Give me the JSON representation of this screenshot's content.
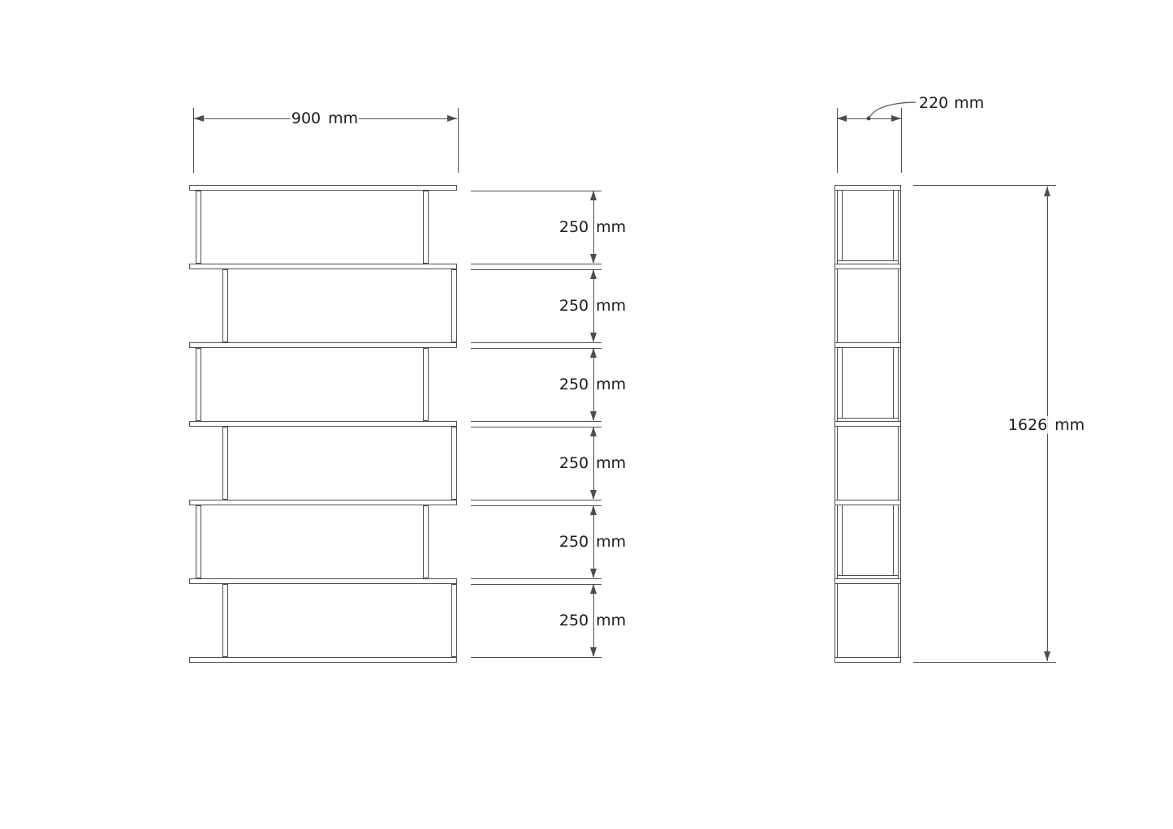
{
  "colors": {
    "line": "#4d4d4d",
    "text": "#1a1a1a",
    "background": "#ffffff"
  },
  "dimensions": {
    "width": {
      "value": "900",
      "unit": "mm"
    },
    "depth": {
      "value": "220",
      "unit": "mm"
    },
    "height": {
      "value": "1626",
      "unit": "mm"
    },
    "gaps": [
      {
        "value": "250",
        "unit": "mm"
      },
      {
        "value": "250",
        "unit": "mm"
      },
      {
        "value": "250",
        "unit": "mm"
      },
      {
        "value": "250",
        "unit": "mm"
      },
      {
        "value": "250",
        "unit": "mm"
      },
      {
        "value": "250",
        "unit": "mm"
      }
    ]
  }
}
